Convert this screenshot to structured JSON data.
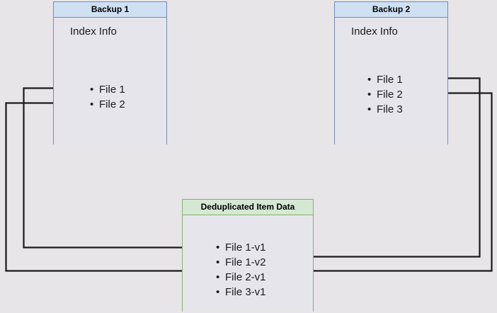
{
  "diagram": {
    "background_color": "#e7e5e8",
    "edge_color": "#1a1a1a",
    "boxes": [
      {
        "id": "backup1",
        "title": "Backup 1",
        "body_label": "Index Info",
        "accent_color": "#6c8ebf",
        "header_fill": "#cfe0f3",
        "items": [
          "File 1",
          "File 2"
        ]
      },
      {
        "id": "backup2",
        "title": "Backup 2",
        "body_label": "Index Info",
        "accent_color": "#6c8ebf",
        "header_fill": "#cfe0f3",
        "items": [
          "File 1",
          "File 2",
          "File 3"
        ]
      },
      {
        "id": "dedup",
        "title": "Deduplicated Item Data",
        "accent_color": "#82b366",
        "header_fill": "#d5e8d4",
        "items": [
          "File 1-v1",
          "File 1-v2",
          "File 2-v1",
          "File 3-v1"
        ]
      }
    ],
    "connections": [
      {
        "from": "backup1.File 1",
        "to": "dedup.File 1-v1"
      },
      {
        "from": "backup1.File 2",
        "to": "dedup.File 2-v1"
      },
      {
        "from": "backup2.File 1",
        "to": "dedup.File 1-v2"
      },
      {
        "from": "backup2.File 2",
        "to": "dedup.File 2-v1"
      }
    ]
  }
}
